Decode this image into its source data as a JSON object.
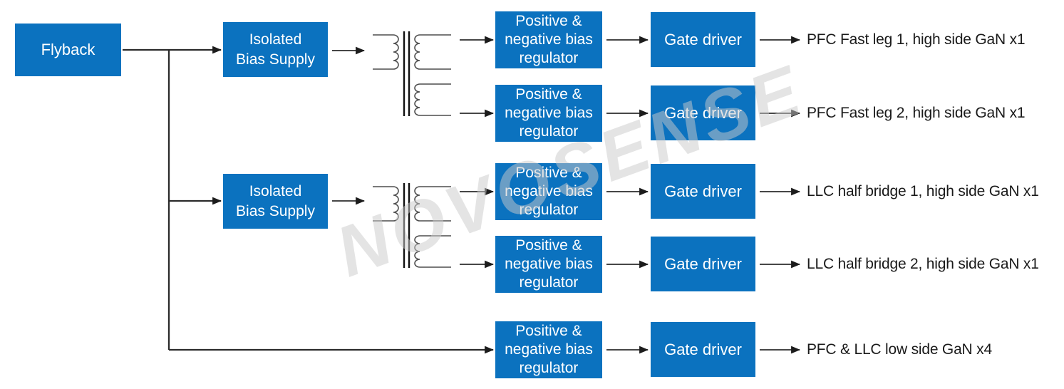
{
  "colors": {
    "box_blue": "#0b72bf",
    "line_dark": "#2b2b2b",
    "label_text": "#1a1a1a",
    "watermark_gray": "#cbcbcb"
  },
  "watermark": {
    "text": "NOVOSENSE"
  },
  "blocks": {
    "flyback": "Flyback",
    "isolated_bias_supply": "Isolated\nBias Supply",
    "bias_regulator": "Positive &\nnegative bias\nregulator",
    "gate_driver": "Gate driver"
  },
  "outputs": [
    "PFC Fast leg 1, high side GaN x1",
    "PFC Fast leg 2, high side GaN x1",
    "LLC half bridge 1, high side GaN x1",
    "LLC half bridge 2, high side GaN x1",
    "PFC & LLC low side GaN x4"
  ]
}
